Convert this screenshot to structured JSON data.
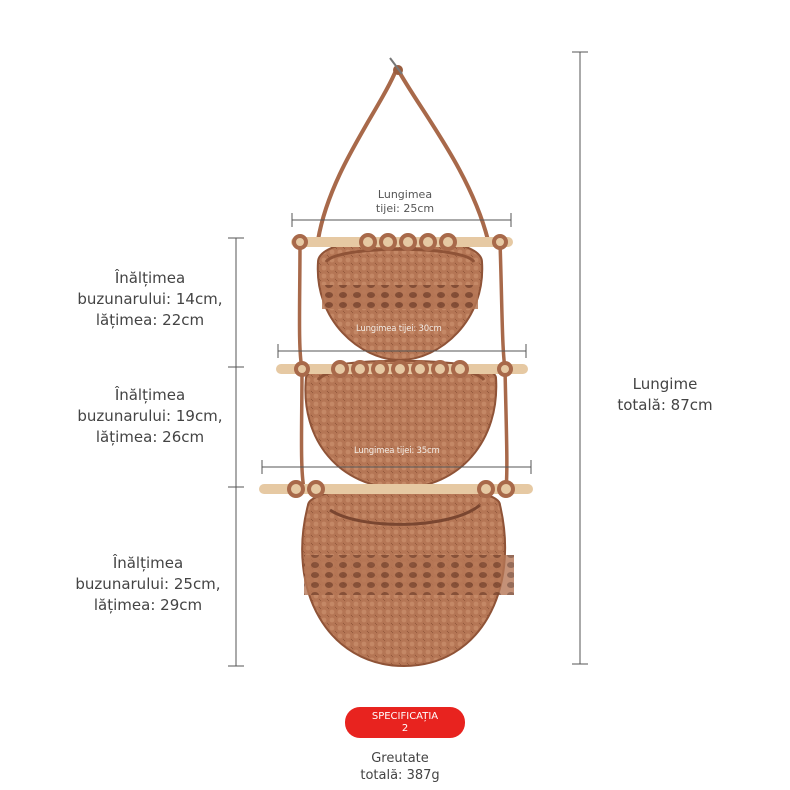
{
  "rod_top": {
    "line1": "Lungimea",
    "line2": "tijei: 25cm"
  },
  "rod_middle": {
    "text": "Lungimea tijei: 30cm"
  },
  "rod_bottom": {
    "text": "Lungimea tijei: 35cm"
  },
  "pocket_small": {
    "line1": "Înălțimea",
    "line2": "buzunarului: 14cm,",
    "line3": "lățimea: 22cm"
  },
  "pocket_medium": {
    "line1": "Înălțimea",
    "line2": "buzunarului: 19cm,",
    "line3": "lățimea: 26cm"
  },
  "pocket_large": {
    "line1": "Înălțimea",
    "line2": "buzunarului: 25cm,",
    "line3": "lățimea: 29cm"
  },
  "total_length": {
    "line1": "Lungime",
    "line2": "totală: 87cm"
  },
  "spec_badge": {
    "line1": "SPECIFICAȚIA",
    "line2": "2"
  },
  "total_weight": {
    "line1": "Greutate",
    "line2": "totală: 387g"
  },
  "colors": {
    "rope": "#a8694a",
    "basket": "#b97a5c",
    "basket_dark": "#8f5337",
    "rod": "#e6c9a3",
    "dimension_line": "#555555",
    "badge": "#e8231f"
  }
}
